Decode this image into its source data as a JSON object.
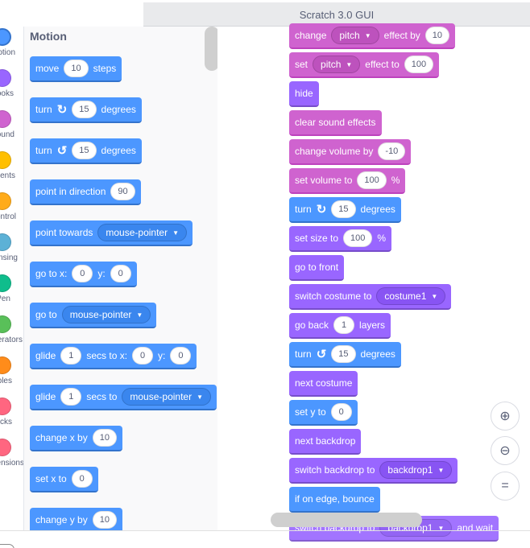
{
  "window": {
    "title": "Scratch 3.0 GUI"
  },
  "categories": [
    {
      "label": "Motion",
      "color": "#4c97ff",
      "selected": true
    },
    {
      "label": "Looks",
      "color": "#9966ff"
    },
    {
      "label": "Sound",
      "color": "#cf63cf"
    },
    {
      "label": "Events",
      "color": "#ffbf00"
    },
    {
      "label": "Control",
      "color": "#ffab19"
    },
    {
      "label": "Sensing",
      "color": "#5cb1d6"
    },
    {
      "label": "Pen",
      "color": "#0fbd8c"
    },
    {
      "label": "Operators",
      "color": "#59c059"
    },
    {
      "label": "Variables",
      "color": "#ff8c1a"
    },
    {
      "label": "My Blocks",
      "color": "#ff6680"
    },
    {
      "label": "Extensions",
      "color": "#ff6680"
    }
  ],
  "palette": {
    "title": "Motion",
    "blocks": {
      "move": {
        "a": "move",
        "v": "10",
        "b": "steps"
      },
      "turn_right": {
        "a": "turn",
        "icon": "↻",
        "v": "15",
        "b": "degrees"
      },
      "turn_left": {
        "a": "turn",
        "icon": "↺",
        "v": "15",
        "b": "degrees"
      },
      "point_direction": {
        "a": "point in direction",
        "v": "90"
      },
      "point_towards": {
        "a": "point towards",
        "dd": "mouse-pointer"
      },
      "goto_xy": {
        "a": "go to x:",
        "x": "0",
        "b": "y:",
        "y": "0"
      },
      "goto": {
        "a": "go to",
        "dd": "mouse-pointer"
      },
      "glide_xy": {
        "a": "glide",
        "v": "1",
        "b": "secs to x:",
        "x": "0",
        "c": "y:",
        "y": "0"
      },
      "glide_to": {
        "a": "glide",
        "v": "1",
        "b": "secs to",
        "dd": "mouse-pointer"
      },
      "change_x": {
        "a": "change x by",
        "v": "10"
      },
      "set_x": {
        "a": "set x to",
        "v": "0"
      },
      "change_y": {
        "a": "change y by",
        "v": "10"
      }
    }
  },
  "script": {
    "change_effect": {
      "a": "change",
      "dd": "pitch",
      "b": "effect by",
      "v": "10"
    },
    "set_effect": {
      "a": "set",
      "dd": "pitch",
      "b": "effect to",
      "v": "100"
    },
    "hide": {
      "a": "hide"
    },
    "clear_effects": {
      "a": "clear sound effects"
    },
    "change_volume": {
      "a": "change volume by",
      "v": "-10"
    },
    "set_volume": {
      "a": "set volume to",
      "v": "100",
      "b": "%"
    },
    "turn_right": {
      "a": "turn",
      "icon": "↻",
      "v": "15",
      "b": "degrees"
    },
    "set_size": {
      "a": "set size to",
      "v": "100",
      "b": "%"
    },
    "go_front": {
      "a": "go to front"
    },
    "switch_costume": {
      "a": "switch costume to",
      "dd": "costume1"
    },
    "go_back": {
      "a": "go back",
      "v": "1",
      "b": "layers"
    },
    "turn_left": {
      "a": "turn",
      "icon": "↺",
      "v": "15",
      "b": "degrees"
    },
    "next_costume": {
      "a": "next costume"
    },
    "set_y": {
      "a": "set y to",
      "v": "0"
    },
    "next_backdrop": {
      "a": "next backdrop"
    },
    "switch_backdrop": {
      "a": "switch backdrop to",
      "dd": "backdrop1"
    },
    "edge_bounce": {
      "a": "if on edge, bounce"
    },
    "switch_backdrop_wait": {
      "a": "switch backdrop to",
      "dd": "backdrop1",
      "b": "and wait"
    }
  },
  "controls": {
    "zoom_in": "⊕",
    "zoom_out": "⊖",
    "reset": "="
  }
}
